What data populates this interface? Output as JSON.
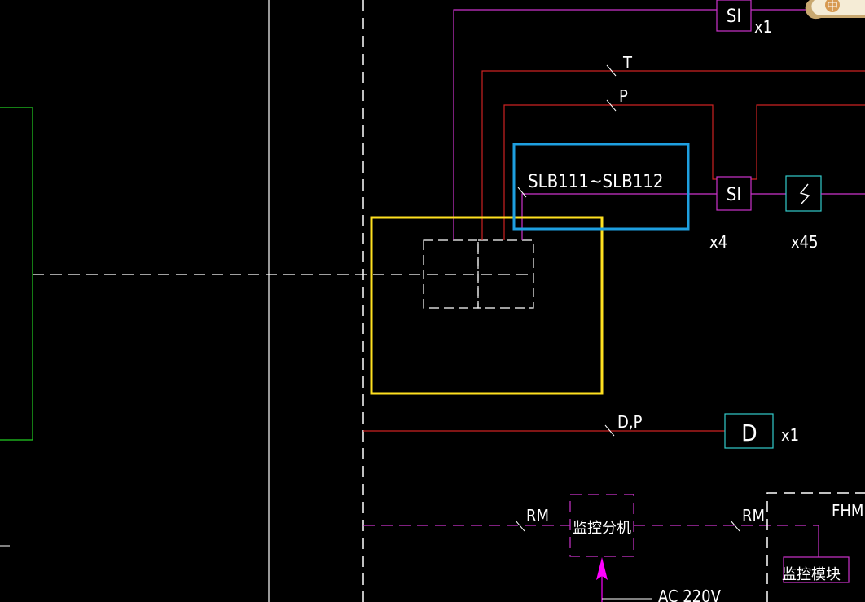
{
  "labels": {
    "si_top": "SI",
    "si_top_mult": "x1",
    "line_t": "T",
    "line_p": "P",
    "slb_range": "SLB111~SLB112",
    "si_mid": "SI",
    "si_mid_mult": "x4",
    "sensor_mult": "x45",
    "line_dp": "D,P",
    "d_box": "D",
    "d_mult": "x1",
    "rm_left": "RM",
    "monitor_sub": "监控分机",
    "rm_right": "RM",
    "fhm": "FHM",
    "monitor_module": "监控模块",
    "ac_power": "AC 220V"
  },
  "colors": {
    "background": "#000000",
    "magenta": "#cc33cc",
    "red": "#cc2222",
    "cyan": "#33cccc",
    "white": "#ffffff",
    "green": "#22cc22",
    "yellow_highlight": "#ffe020",
    "blue_highlight": "#1e9fe0",
    "arrow": "#ff00ff"
  },
  "icons": {
    "sensor": "s-curve-sensor-icon",
    "corner": "app-badge-icon"
  }
}
